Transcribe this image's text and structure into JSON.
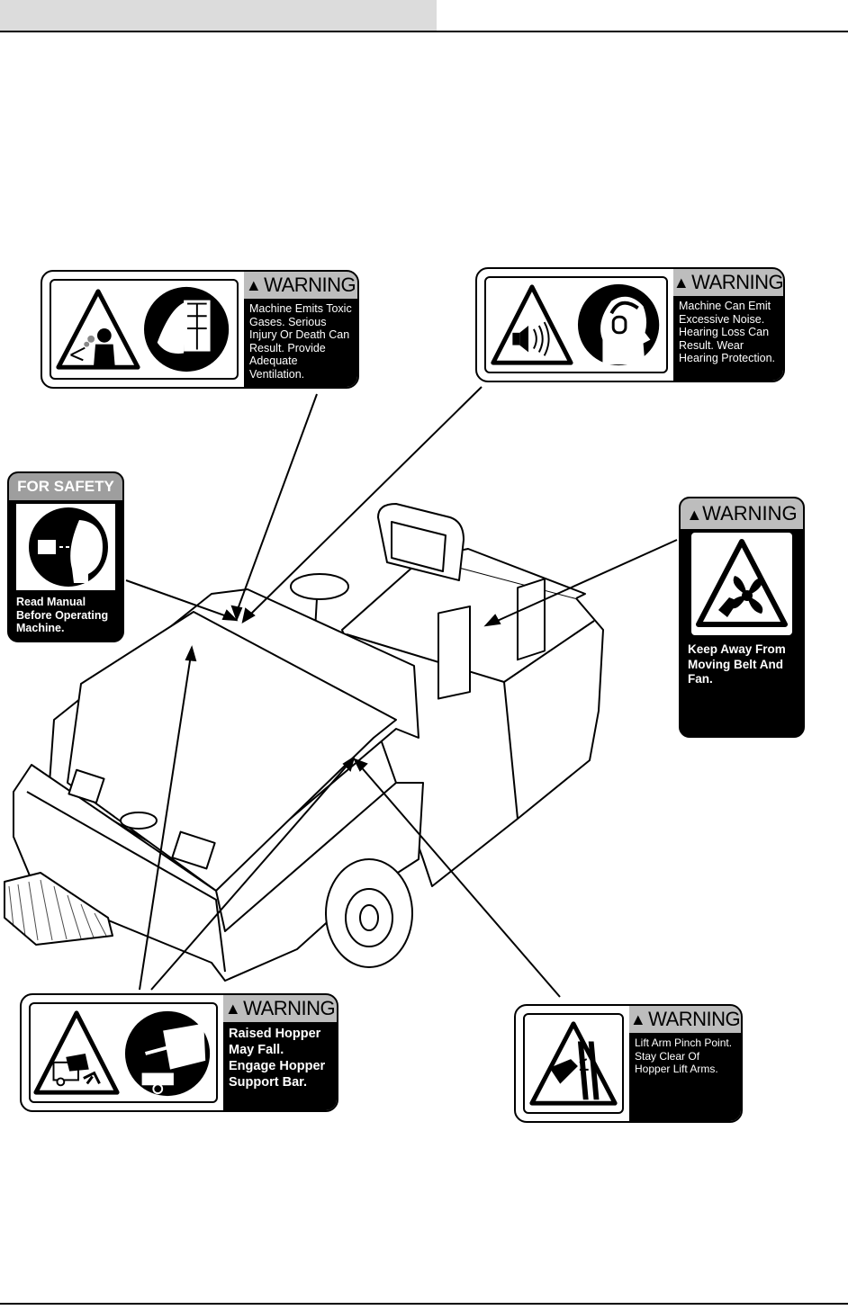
{
  "page": {
    "background": "#ffffff"
  },
  "decals": {
    "toxic_gases": {
      "header": "WARNING",
      "message": "Machine Emits Toxic Gases. Serious Injury Or Death Can Result. Provide Adequate Ventilation.",
      "icons": [
        "exhaust-fumes-person-icon",
        "open-window-ventilation-icon"
      ]
    },
    "noise": {
      "header": "WARNING",
      "message": "Machine Can Emit Excessive Noise. Hearing Loss Can Result. Wear Hearing Protection.",
      "icons": [
        "loud-speaker-icon",
        "hearing-protection-icon"
      ]
    },
    "read_manual": {
      "header": "FOR SAFETY",
      "message": "Read Manual Before Operating Machine.",
      "icons": [
        "read-manual-icon"
      ]
    },
    "belt_fan": {
      "header": "WARNING",
      "message": "Keep Away From Moving Belt And Fan.",
      "icons": [
        "fan-hand-hazard-icon"
      ]
    },
    "raised_hopper": {
      "header": "WARNING",
      "message": "Raised Hopper May Fall. Engage Hopper Support Bar.",
      "icons": [
        "falling-hopper-crush-icon",
        "hopper-support-bar-icon"
      ]
    },
    "lift_arm": {
      "header": "WARNING",
      "message": "Lift Arm Pinch Point. Stay Clear Of Hopper Lift Arms.",
      "icons": [
        "pinch-point-hand-icon"
      ]
    }
  },
  "illustration": {
    "subject": "riding-sweeper-machine-illustration"
  }
}
